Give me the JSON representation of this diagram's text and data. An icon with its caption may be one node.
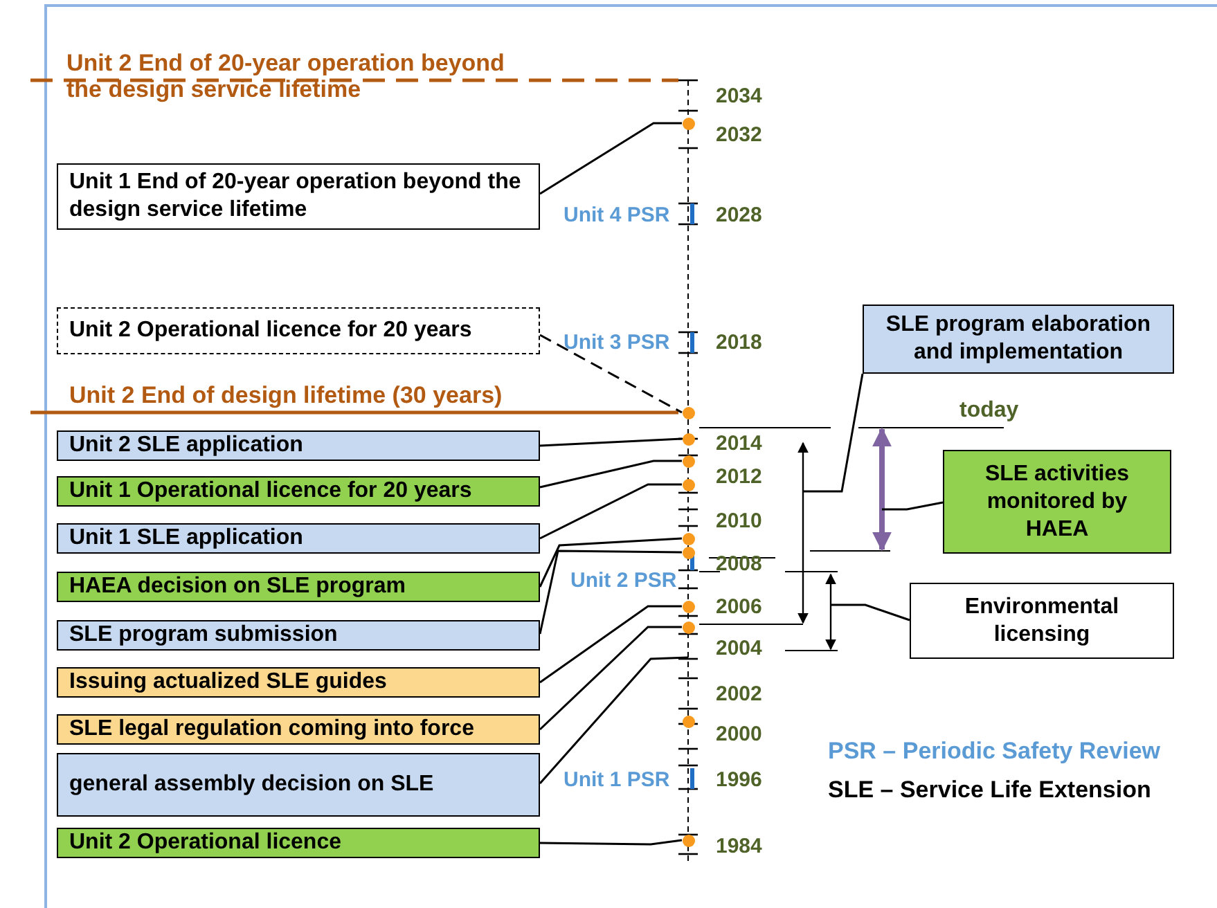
{
  "diagram": {
    "nodes": [
      {
        "text": [
          "Unit 1 End of 20-year operation beyond the design service lifetime"
        ]
      },
      {
        "text": [
          "Unit 2 Operational licence for 20 years"
        ]
      },
      {
        "text": [
          "SLE program elaboration and implementation"
        ]
      },
      {
        "text": [
          "Unit 2 SLE application"
        ]
      },
      {
        "text": [
          "Unit 1 Operational licence for 20 years"
        ]
      },
      {
        "text": [
          "SLE activities monitored by HAEA"
        ]
      },
      {
        "text": [
          "Unit 1 SLE application"
        ]
      },
      {
        "text": [
          "HAEA decision on SLE program"
        ]
      },
      {
        "text": [
          "Environmental licensing"
        ]
      },
      {
        "text": [
          "SLE program submission"
        ]
      },
      {
        "text": [
          "Issuing actualized SLE guides"
        ]
      },
      {
        "text": [
          "SLE legal regulation coming into force"
        ]
      },
      {
        "text": [
          "general assembly decision on SLE"
        ]
      },
      {
        "text": [
          "Unit 2 Operational licence"
        ]
      },
      {
        "text": [],
        "shape": "circle"
      },
      {
        "text": [],
        "shape": "circle"
      },
      {
        "text": [],
        "shape": "circle"
      },
      {
        "text": [],
        "shape": "circle"
      },
      {
        "text": [],
        "shape": "circle"
      },
      {
        "text": [],
        "shape": "circle"
      },
      {
        "text": [],
        "shape": "circle"
      },
      {
        "text": [],
        "shape": "circle"
      },
      {
        "text": [],
        "shape": "circle"
      },
      {
        "text": [],
        "shape": "circle"
      },
      {
        "text": [],
        "shape": "circle"
      }
    ],
    "edges": [
      {
        "from": 0,
        "to": 14,
        "arrow": "none"
      },
      {
        "from": 1,
        "to": 15,
        "arrow": "none",
        "style": "dashed"
      },
      {
        "from": 2,
        "to": null,
        "arrow": "none"
      },
      {
        "from": 3,
        "to": 16,
        "arrow": "none"
      },
      {
        "from": 4,
        "to": 17,
        "arrow": "none"
      },
      {
        "from": 5,
        "to": null,
        "arrow": "none"
      },
      {
        "from": 6,
        "to": 18,
        "arrow": "none"
      },
      {
        "from": 7,
        "to": 19,
        "arrow": "none"
      },
      {
        "from": 8,
        "to": null,
        "arrow": "none"
      },
      {
        "from": 9,
        "to": 20,
        "arrow": "none"
      },
      {
        "from": 10,
        "to": 21,
        "arrow": "none"
      },
      {
        "from": 11,
        "to": 22,
        "arrow": "none"
      },
      {
        "from": 12,
        "to": null,
        "arrow": "none"
      },
      {
        "from": 13,
        "to": 24,
        "arrow": "none"
      }
    ],
    "labels": [
      "Unit 2 End of 20-year operation beyond the design service lifetime",
      "2034",
      "2032",
      "Unit 4 PSR",
      "2028",
      "Unit 3 PSR",
      "2018",
      "Unit 2 End of design lifetime (30 years)",
      "2014",
      "today",
      "2012",
      "2010",
      "Unit 2 PSR",
      "2008",
      "2006",
      "2004",
      "2002",
      "2000",
      "PSR – Periodic Safety Review",
      "Unit 1 PSR",
      "1996",
      "SLE – Service Life Extension",
      "1984"
    ]
  }
}
